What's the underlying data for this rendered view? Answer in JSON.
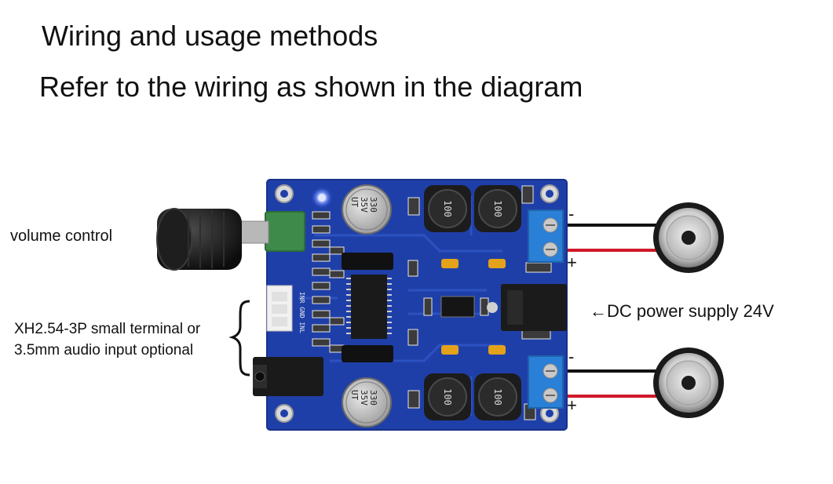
{
  "heading": {
    "title": "Wiring and usage methods",
    "subtitle": "Refer to the wiring as shown in the diagram"
  },
  "labels": {
    "volume": "volume control",
    "input_line1": "XH2.54-3P small terminal or",
    "input_line2": "3.5mm audio input optional",
    "dc_arrow": "←",
    "dc": "DC power supply 24V"
  },
  "terminals": {
    "top_minus": "-",
    "top_plus": "+",
    "bottom_minus": "-",
    "bottom_plus": "+"
  },
  "board": {
    "cap_top_line1": "330",
    "cap_top_line2": "35V",
    "cap_top_line3": "UT",
    "cap_bottom_line1": "330",
    "cap_bottom_line2": "35V",
    "cap_bottom_line3": "UT",
    "inductor_label": "100",
    "header_labels": "INR GND INL"
  },
  "colors": {
    "pcb": "#1f3fa8",
    "pcb_trace": "#2e55c4",
    "terminal_block": "#2a7fd6",
    "wire_black": "#111111",
    "wire_red": "#d01828",
    "knob": "#1a1a1a",
    "pot_body": "#3e8a4a"
  }
}
